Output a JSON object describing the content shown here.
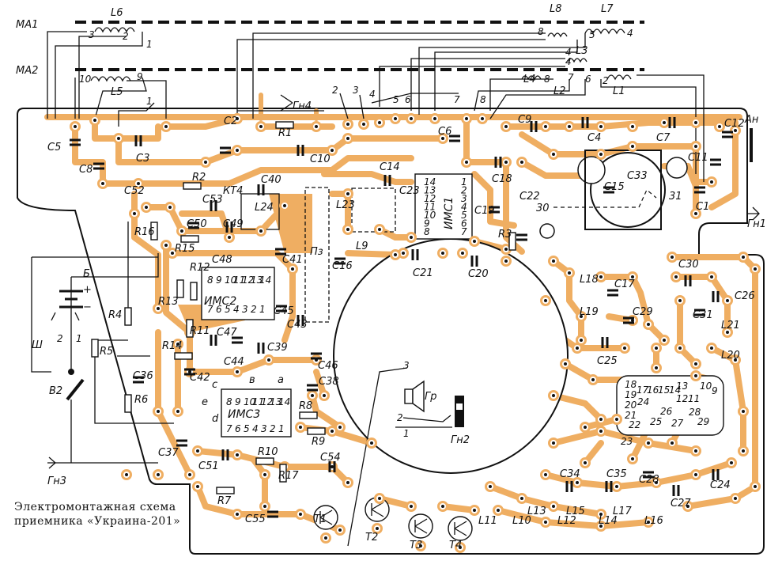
{
  "caption": {
    "line1": "Электромонтажная схема",
    "line2": "приемника «Украина-201»"
  },
  "labels": {
    "MA1": "МА1",
    "MA2": "МА2",
    "L1": "L1",
    "L2": "L2",
    "L3": "L3",
    "L4": "L4",
    "L5": "L5",
    "L6": "L6",
    "L7": "L7",
    "L8": "L8",
    "L9": "L9",
    "L10": "L10",
    "L11": "L11",
    "L12": "L12",
    "L13": "L13",
    "L14": "L14",
    "L15": "L15",
    "L16": "L16",
    "L17": "L17",
    "L18": "L18",
    "L19": "L19",
    "L20": "L20",
    "L21": "L21",
    "L23": "L23",
    "L24": "L24",
    "Gn1": "Гн1",
    "Gn2": "Гн2",
    "Gn3": "Гн3",
    "Gn4": "Гн4",
    "An": "Ан",
    "Gr": "Гр",
    "B": "Б",
    "Sh": "Ш",
    "V2": "В2",
    "Pz": "Пз",
    "KT4": "КТ4",
    "IMS1": "ИМС1",
    "IMS2": "ИМС2",
    "IMS3": "ИМС3",
    "T1": "Т1",
    "T2": "Т2",
    "T3": "Т3",
    "T4": "Т4",
    "R1": "R1",
    "R2": "R2",
    "R3": "R3",
    "R4": "R4",
    "R5": "R5",
    "R6": "R6",
    "R7": "R7",
    "R8": "R8",
    "R9": "R9",
    "R10": "R10",
    "R11": "R11",
    "R12": "R12",
    "R13": "R13",
    "R14": "R14",
    "R15": "R15",
    "R16": "R16",
    "R17": "R17",
    "C1": "C1",
    "C2": "C2",
    "C3": "C3",
    "C4": "C4",
    "C5": "C5",
    "C6": "C6",
    "C7": "C7",
    "C8": "C8",
    "C9": "C9",
    "C10": "C10",
    "C11": "C11",
    "C12": "C12",
    "C14": "C14",
    "C15": "C15",
    "C16": "C16",
    "C17": "C17",
    "C18": "C18",
    "C19": "C19",
    "C20": "C20",
    "C21": "C21",
    "C22": "C22",
    "C23": "C23",
    "C24": "C24",
    "C25": "C25",
    "C26": "C26",
    "C27": "C27",
    "C28": "C28",
    "C29": "C29",
    "C30": "C30",
    "C31": "C31",
    "C33": "C33",
    "C34": "C34",
    "C35": "C35",
    "C36": "C36",
    "C37": "C37",
    "C38": "C38",
    "C39": "C39",
    "C40": "C40",
    "C41": "C41",
    "C42": "C42",
    "C43": "C43",
    "C44": "C44",
    "C45": "C45",
    "C46": "C46",
    "C47": "C47",
    "C48": "C48",
    "C49": "C49",
    "C50": "C50",
    "C51": "C51",
    "C52": "C52",
    "C53": "C53",
    "C54": "C54",
    "C55": "C55",
    "pt_a": "a",
    "pt_b": "в",
    "pt_c": "с",
    "pt_d": "d",
    "pt_e": "е",
    "n30": "30",
    "n31": "31",
    "plus": "+",
    "minus": "−"
  },
  "chip_pins_top": [
    "8",
    "9",
    "10",
    "11",
    "12",
    "13",
    "14"
  ],
  "chip_pins_bottom": [
    "7",
    "6",
    "5",
    "4",
    "3",
    "2",
    "1"
  ],
  "ims1_left": [
    "14",
    "13",
    "12",
    "11",
    "10",
    "9",
    "8"
  ],
  "ims1_right": [
    "1",
    "2",
    "3",
    "4",
    "5",
    "6",
    "7"
  ],
  "connector_pins": [
    "18",
    "19",
    "20",
    "21",
    "22",
    "17",
    "16",
    "24",
    "15",
    "14",
    "26",
    "25",
    "13",
    "12",
    "27",
    "11",
    "28",
    "10",
    "9",
    "29",
    "23"
  ],
  "top_pins": [
    "2",
    "3",
    "4",
    "5",
    "6",
    "7",
    "8"
  ],
  "coil_pins": [
    "1",
    "2",
    "3",
    "4",
    "5",
    "6",
    "7",
    "8",
    "9",
    "10"
  ],
  "speaker_pins": [
    "1",
    "2",
    "3"
  ],
  "switch_pins": [
    "1",
    "2"
  ],
  "colors": {
    "trace": "#efae62",
    "ink": "#111111",
    "paper": "#ffffff"
  }
}
